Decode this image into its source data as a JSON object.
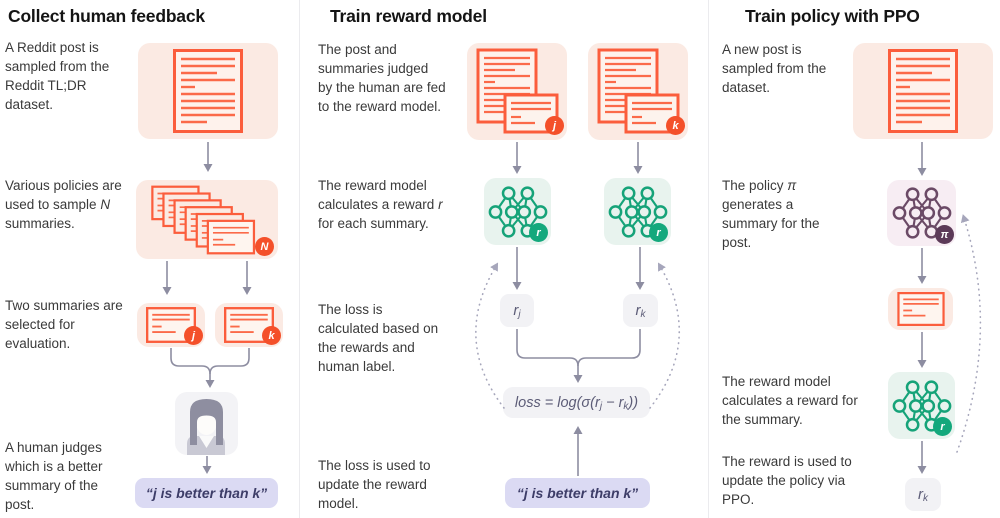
{
  "columns": [
    {
      "heading": "Collect human feedback",
      "captions": [
        {
          "pre": "A Reddit post is sampled from the Reddit TL;DR dataset.",
          "italic": "",
          "post": ""
        },
        {
          "pre": "Various policies are used to sample ",
          "italic": "N",
          "post": " summaries."
        },
        {
          "pre": "Two summaries are selected for evaluation.",
          "italic": "",
          "post": ""
        },
        {
          "pre": "A human judges which is a better summary of the post.",
          "italic": "",
          "post": ""
        }
      ],
      "feedback_label": "“j is better than k”"
    },
    {
      "heading": "Train reward model",
      "captions": [
        {
          "pre": "The post and summaries judged by the human are fed to the reward model.",
          "italic": "",
          "post": ""
        },
        {
          "pre": "The reward model calculates a reward ",
          "italic": "r",
          "post": " for each summary."
        },
        {
          "pre": "The loss is calculated based on the rewards and human label.",
          "italic": "",
          "post": ""
        },
        {
          "pre": "The loss is used to update the reward model.",
          "italic": "",
          "post": ""
        }
      ],
      "rewards": [
        {
          "base": "r",
          "sub": "j"
        },
        {
          "base": "r",
          "sub": "k"
        }
      ],
      "loss": {
        "p1": "loss = log(σ(r",
        "sub1": "j",
        "p2": " − r",
        "sub2": "k",
        "p3": "))"
      },
      "feedback_label": "“j is better than k”"
    },
    {
      "heading": "Train policy with PPO",
      "captions": [
        {
          "pre": "A new post is sampled from the dataset.",
          "italic": "",
          "post": ""
        },
        {
          "pre": "The policy ",
          "italic": "π",
          "post": " generates a summary for the post."
        },
        {
          "pre": "The reward model calculates a reward for the summary.",
          "italic": "",
          "post": ""
        },
        {
          "pre": "The reward is used to update the policy via PPO.",
          "italic": "",
          "post": ""
        }
      ],
      "reward_out": {
        "base": "r",
        "sub": "k"
      }
    }
  ],
  "badges": {
    "j": "j",
    "k": "k",
    "n": "N",
    "r": "r",
    "pi": "π"
  },
  "colors": {
    "orange": "#fb5d3c",
    "orange_badge": "#f4502a",
    "green": "#16a379",
    "plum": "#5c3a58",
    "lavender": "#dbdaf3",
    "arrow": "#8d8da1",
    "pink_box": "#fbeae3"
  }
}
